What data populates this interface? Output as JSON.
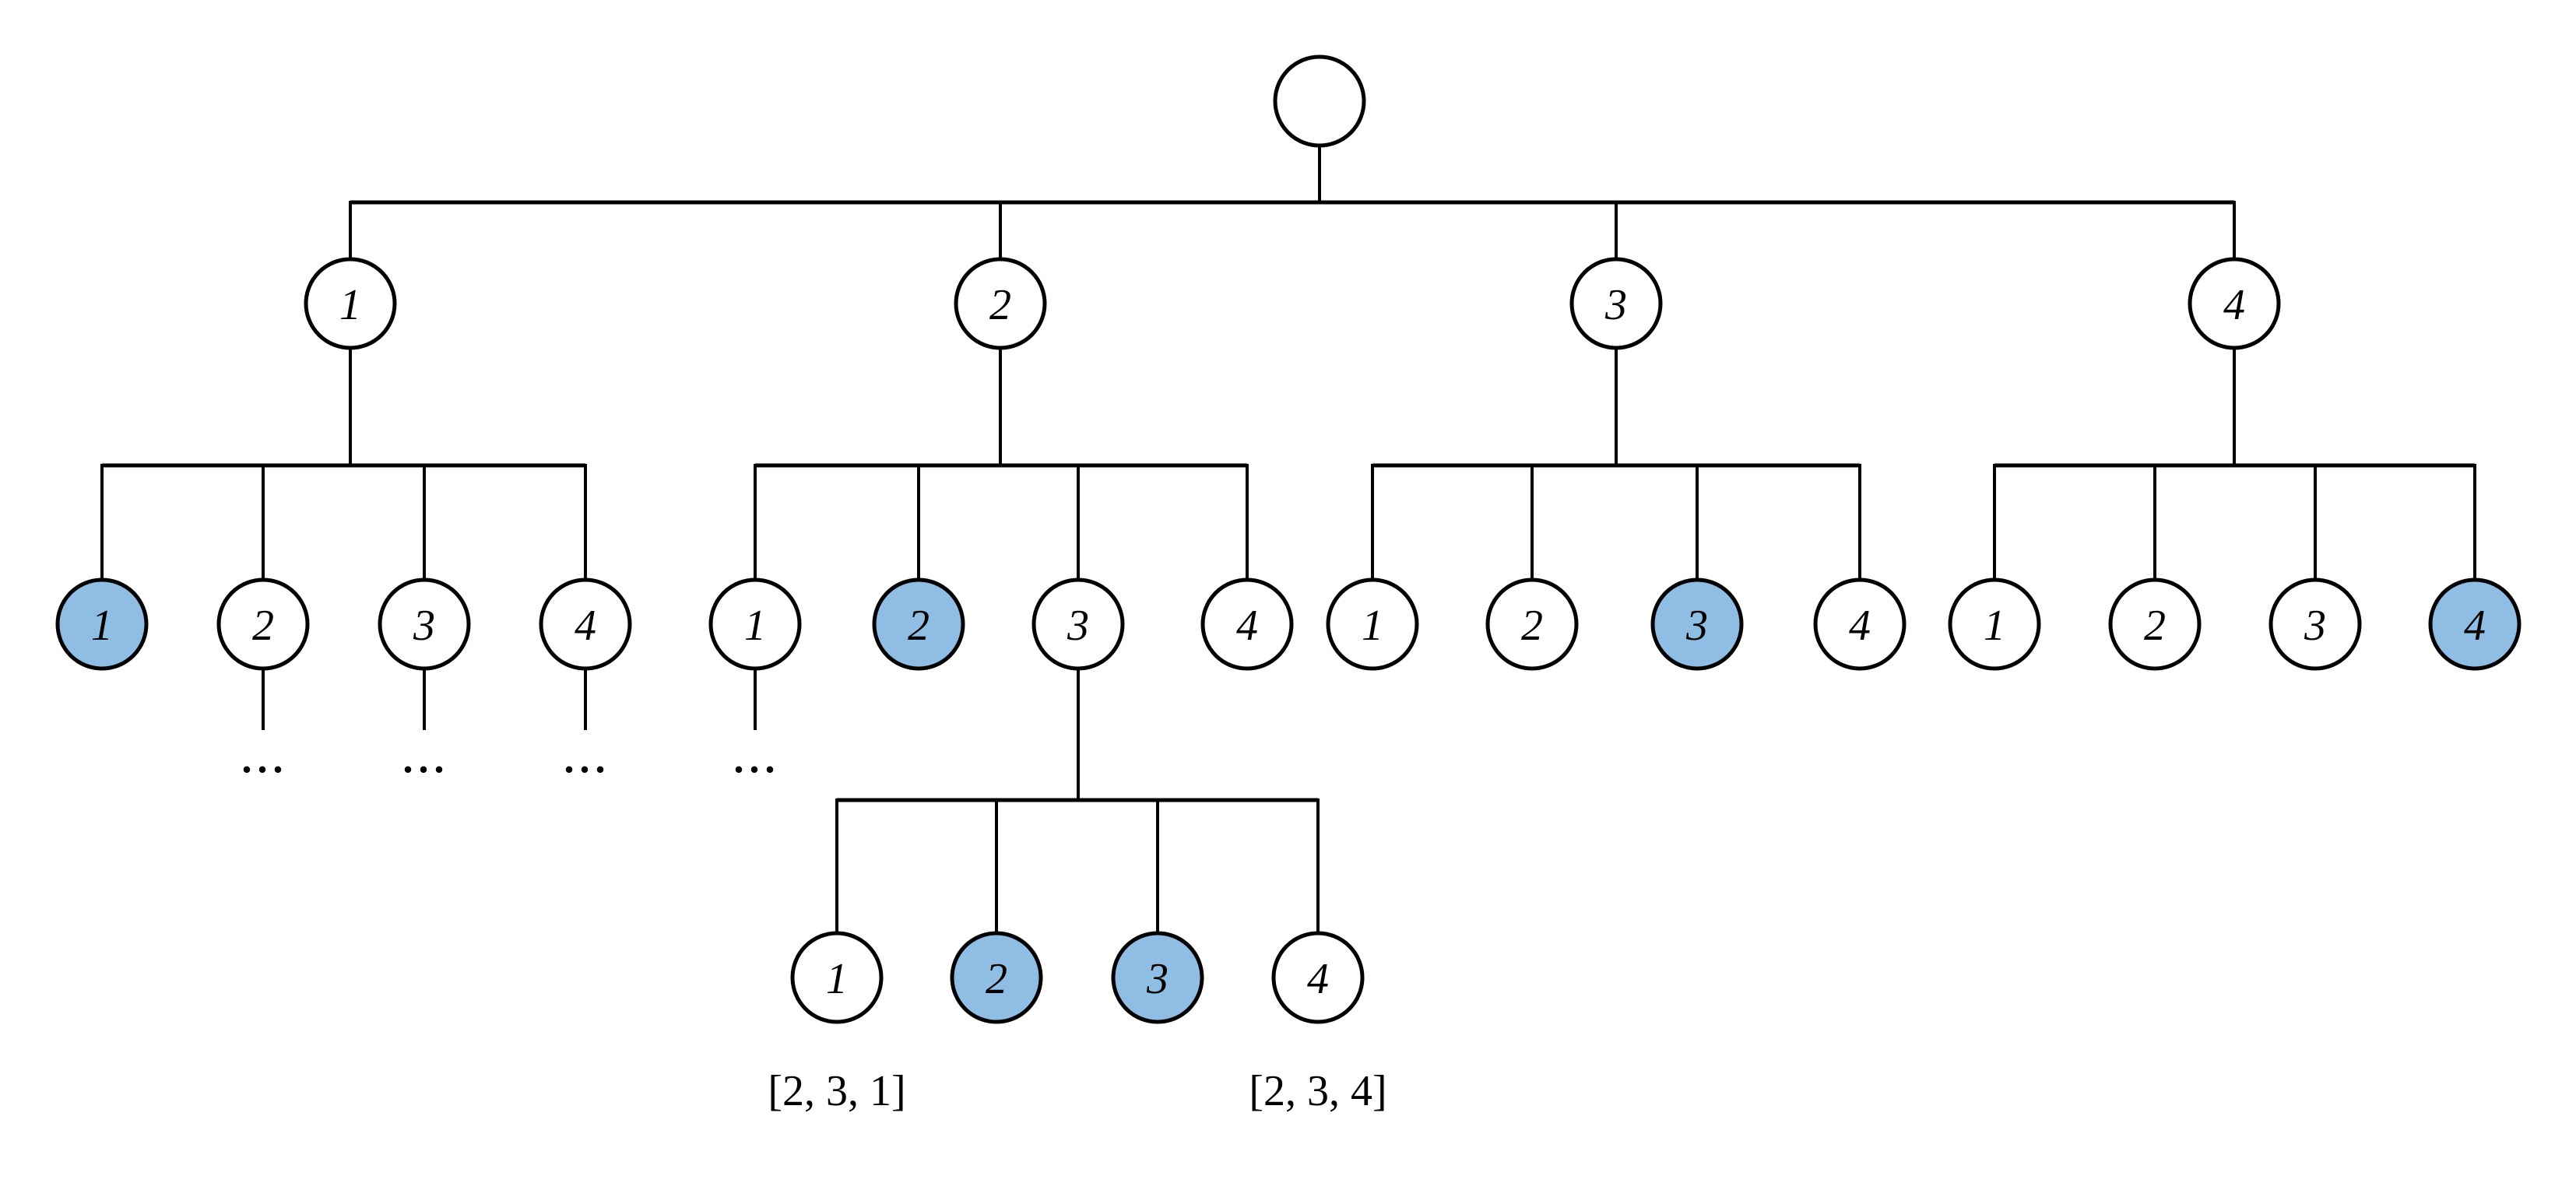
{
  "colors": {
    "background": "#ffffff",
    "node_fill": "#ffffff",
    "node_highlight_fill": "#8FBDE4",
    "node_stroke": "#000000",
    "edge": "#000000",
    "text": "#000000"
  },
  "tree": {
    "root": {
      "label": "",
      "children": [
        {
          "label": "1",
          "children": [
            {
              "label": "1",
              "highlighted": true
            },
            {
              "label": "2",
              "ellipsis": "..."
            },
            {
              "label": "3",
              "ellipsis": "..."
            },
            {
              "label": "4",
              "ellipsis": "..."
            }
          ]
        },
        {
          "label": "2",
          "children": [
            {
              "label": "1",
              "ellipsis": "..."
            },
            {
              "label": "2",
              "highlighted": true
            },
            {
              "label": "3",
              "children": [
                {
                  "label": "1",
                  "caption": "[2, 3, 1]"
                },
                {
                  "label": "2",
                  "highlighted": true
                },
                {
                  "label": "3",
                  "highlighted": true
                },
                {
                  "label": "4",
                  "caption": "[2, 3, 4]"
                }
              ]
            },
            {
              "label": "4"
            }
          ]
        },
        {
          "label": "3",
          "children": [
            {
              "label": "1"
            },
            {
              "label": "2"
            },
            {
              "label": "3",
              "highlighted": true
            },
            {
              "label": "4"
            }
          ]
        },
        {
          "label": "4",
          "children": [
            {
              "label": "1"
            },
            {
              "label": "2"
            },
            {
              "label": "3"
            },
            {
              "label": "4",
              "highlighted": true
            }
          ]
        }
      ]
    }
  }
}
